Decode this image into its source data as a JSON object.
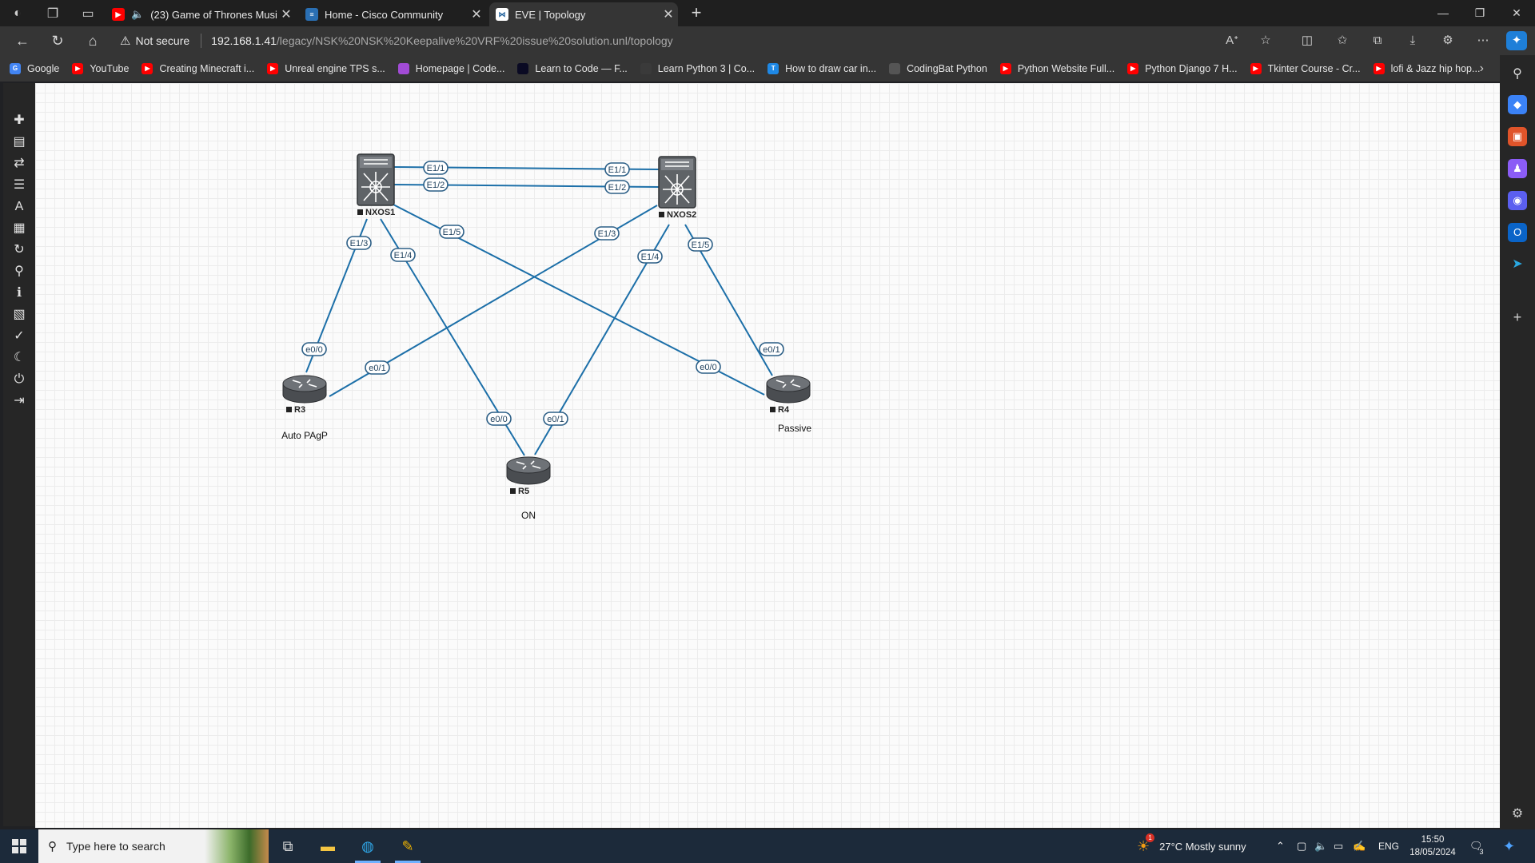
{
  "browser": {
    "tabs": [
      {
        "title": "(23) Game of Thrones Music",
        "icon": "youtube-icon",
        "color": "#ff0000"
      },
      {
        "title": "Home - Cisco Community",
        "icon": "cisco-icon",
        "color": "#2a6fb3"
      },
      {
        "title": "EVE | Topology",
        "icon": "eve-icon",
        "color": "#ffffff"
      }
    ],
    "not_secure": "Not secure",
    "url_host": "192.168.1.41",
    "url_path": "/legacy/NSK%20NSK%20Keepalive%20VRF%20issue%20solution.unl/topology",
    "bookmarks": [
      {
        "label": "Google",
        "icon": "google-icon",
        "color": "#4285f4"
      },
      {
        "label": "YouTube",
        "icon": "youtube-icon",
        "color": "#ff0000"
      },
      {
        "label": "Creating Minecraft i...",
        "icon": "youtube-icon",
        "color": "#ff0000"
      },
      {
        "label": "Unreal engine TPS s...",
        "icon": "youtube-icon",
        "color": "#ff0000"
      },
      {
        "label": "Homepage | Code...",
        "icon": "code-icon",
        "color": "#a24bd6"
      },
      {
        "label": "Learn to Code — F...",
        "icon": "freecodecamp-icon",
        "color": "#0a0a23"
      },
      {
        "label": "Learn Python 3 | Co...",
        "icon": "codecademy-icon",
        "color": "#3a3a3a"
      },
      {
        "label": "How to draw car in...",
        "icon": "t-icon",
        "color": "#1e88e5"
      },
      {
        "label": "CodingBat Python",
        "icon": "page-icon",
        "color": "#555555"
      },
      {
        "label": "Python Website Full...",
        "icon": "youtube-icon",
        "color": "#ff0000"
      },
      {
        "label": "Python Django 7 H...",
        "icon": "youtube-icon",
        "color": "#ff0000"
      },
      {
        "label": "Tkinter Course - Cr...",
        "icon": "youtube-icon",
        "color": "#ff0000"
      },
      {
        "label": "lofi & Jazz hip hop...",
        "icon": "youtube-icon",
        "color": "#ff0000"
      }
    ]
  },
  "topology": {
    "nodes": [
      {
        "id": "NXOS1",
        "label": "NXOS1",
        "type": "switch"
      },
      {
        "id": "NXOS2",
        "label": "NXOS2",
        "type": "switch"
      },
      {
        "id": "R3",
        "label": "R3",
        "type": "router",
        "note": "Auto PAgP"
      },
      {
        "id": "R4",
        "label": "R4",
        "type": "router",
        "note": "Passive"
      },
      {
        "id": "R5",
        "label": "R5",
        "type": "router",
        "note": "ON"
      }
    ],
    "links": [
      {
        "a": "NXOS1",
        "a_port": "E1/1",
        "b": "NXOS2",
        "b_port": "E1/1"
      },
      {
        "a": "NXOS1",
        "a_port": "E1/2",
        "b": "NXOS2",
        "b_port": "E1/2"
      },
      {
        "a": "NXOS1",
        "a_port": "E1/3",
        "b": "R3",
        "b_port": "e0/0"
      },
      {
        "a": "NXOS1",
        "a_port": "E1/4",
        "b": "R5",
        "b_port": "e0/0"
      },
      {
        "a": "NXOS1",
        "a_port": "E1/5",
        "b": "R4",
        "b_port": "e0/0"
      },
      {
        "a": "NXOS2",
        "a_port": "E1/3",
        "b": "R3",
        "b_port": "e0/1"
      },
      {
        "a": "NXOS2",
        "a_port": "E1/4",
        "b": "R5",
        "b_port": "e0/1"
      },
      {
        "a": "NXOS2",
        "a_port": "E1/5",
        "b": "R4",
        "b_port": "e0/1"
      }
    ]
  },
  "taskbar": {
    "search_placeholder": "Type here to search",
    "weather": "27°C  Mostly sunny",
    "weather_alert": "1",
    "language": "ENG",
    "time": "15:50",
    "date": "18/05/2024",
    "notifications": "3"
  }
}
